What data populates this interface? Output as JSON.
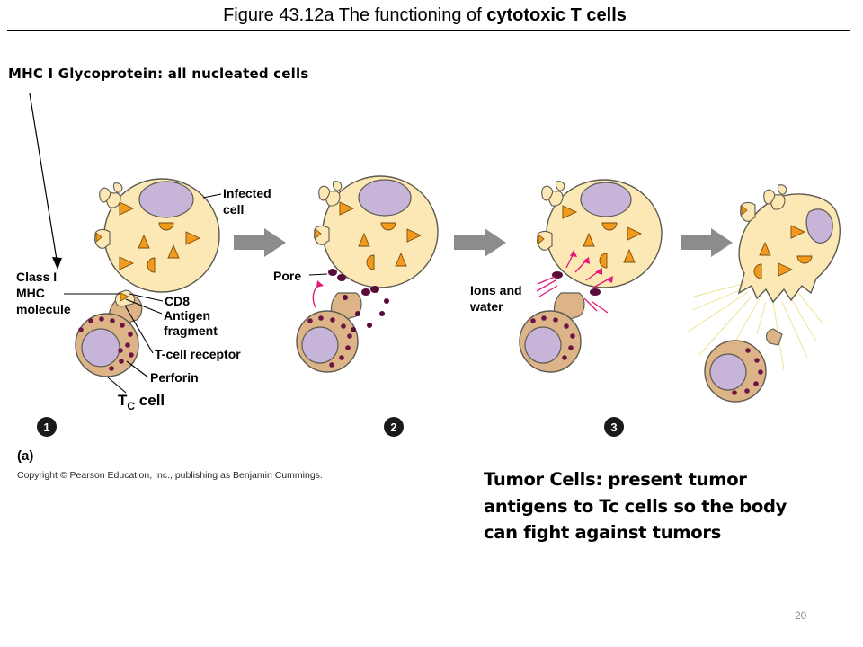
{
  "slide": {
    "title_prefix": "Figure 43.12a  The functioning of ",
    "title_bold": "cytotoxic T cells",
    "subheading": "MHC I Glycoprotein:  all nucleated cells",
    "note": "Tumor Cells:  present tumor antigens to Tc cells so the body can fight against tumors",
    "page_number": "20"
  },
  "figure": {
    "labels": {
      "infected_cell": [
        "Infected",
        "cell"
      ],
      "class_mhc": [
        "Class I",
        "MHC",
        "molecule"
      ],
      "cd8": "CD8",
      "antigen_fragment": [
        "Antigen",
        "fragment"
      ],
      "t_cell_receptor": "T-cell receptor",
      "perforin": "Perforin",
      "tc_cell": {
        "main": "T",
        "sub": "C",
        "rest": " cell"
      },
      "pore": "Pore",
      "ions_water": [
        "Ions and",
        "water"
      ],
      "panel_letter": "(a)",
      "copyright": "Copyright © Pearson Education, Inc., publishing as Benjamin Cummings."
    },
    "steps": [
      "1",
      "2",
      "3"
    ]
  },
  "colors": {
    "cell_fill": "#fbe8b4",
    "cell_stroke": "#5d5a50",
    "nucleus": "#c7b5d9",
    "tcell_body": "#dcb487",
    "granule": "#6c1446",
    "antigen": "#f29a1c",
    "arrow": "#8c8c8c",
    "ion_arrow": "#e0197a",
    "rays": "#f3e6a4"
  }
}
